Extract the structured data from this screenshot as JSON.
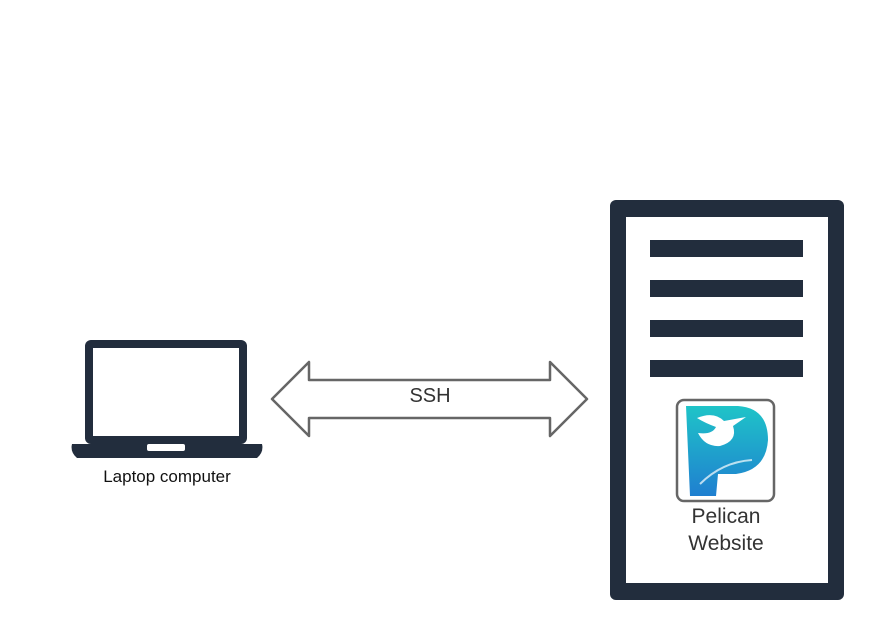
{
  "laptop": {
    "label": "Laptop computer",
    "icon": "laptop-icon"
  },
  "connection": {
    "label": "SSH",
    "icon": "double-arrow-icon"
  },
  "server": {
    "line1": "Pelican",
    "line2": "Website",
    "icon": "server-icon",
    "logo": "pelican-logo-icon"
  },
  "colors": {
    "navy": "#222d3d",
    "outline": "#666666",
    "teal": "#1fbcc7",
    "blue": "#1f7fd0"
  }
}
